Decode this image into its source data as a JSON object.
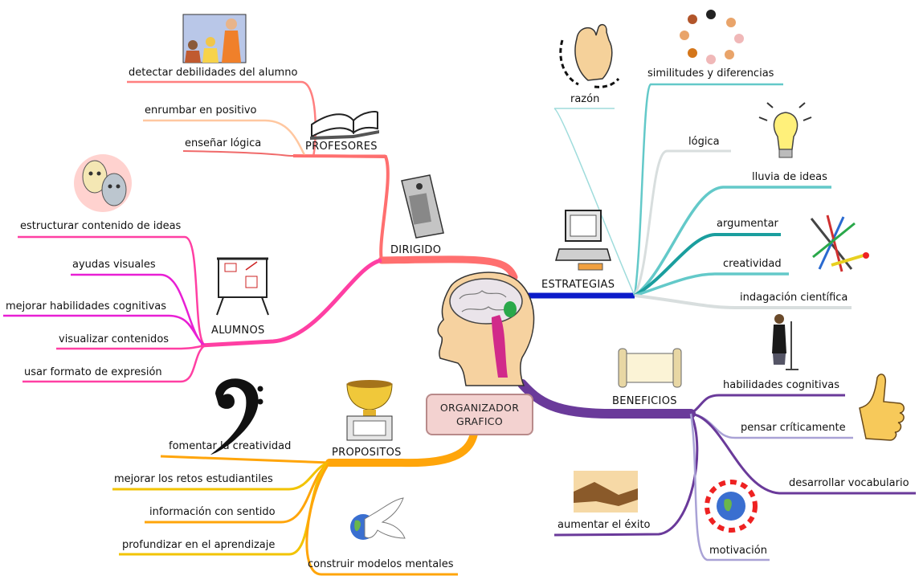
{
  "center": {
    "line1": "ORGANIZADOR",
    "line2": "GRAFICO"
  },
  "dirigido": {
    "title": "DIRIGIDO",
    "profesores": {
      "title": "PROFESORES",
      "items": [
        "detectar debilidades del alumno",
        "enrumbar en positivo",
        "enseñar lógica"
      ]
    },
    "alumnos": {
      "title": "ALUMNOS",
      "items": [
        "estructurar contenido de ideas",
        "ayudas visuales",
        "mejorar habilidades cognitivas",
        "visualizar contenidos",
        "usar formato de expresión"
      ]
    }
  },
  "estrategias": {
    "title": "ESTRATEGIAS",
    "items": [
      "razón",
      "similitudes y diferencias",
      "lógica",
      "lluvia de ideas",
      "argumentar",
      "creatividad",
      "indagación científica"
    ]
  },
  "beneficios": {
    "title": "BENEFICIOS",
    "items": [
      "habilidades cognitivas",
      "pensar críticamente",
      "desarrollar vocabulario",
      "aumentar el éxito",
      "motivación"
    ]
  },
  "propositos": {
    "title": "PROPOSITOS",
    "items": [
      "fomentar la creatividad",
      "mejorar los retos estudiantiles",
      "información con sentido",
      "profundizar en el aprendizaje",
      "construir modelos mentales"
    ]
  },
  "colors": {
    "dirigido": "#ff6f6f",
    "profesores": "#f06a6a",
    "alumnos": "#ff3fa3",
    "alumnos_items": "#e81fd4",
    "estrategias": "#0b1bc9",
    "estrategias_items": "#63c9c9",
    "beneficios": "#6a3a9a",
    "propositos": "#ffa50a",
    "propositos_items": "#f2c300"
  },
  "icons": [
    "teacher-icon",
    "open-book-icon",
    "cellphone-icon",
    "theater-masks-icon",
    "easel-chart-icon",
    "bass-clef-icon",
    "trophy-icon",
    "dove-globe-icon",
    "hand-gesture-icon",
    "people-circle-icon",
    "light-bulb-icon",
    "computer-icon",
    "paint-brushes-icon",
    "microphone-speaker-icon",
    "scroll-icon",
    "thumbs-up-icon",
    "handshake-icon",
    "world-circle-icon",
    "head-brain-icon"
  ]
}
